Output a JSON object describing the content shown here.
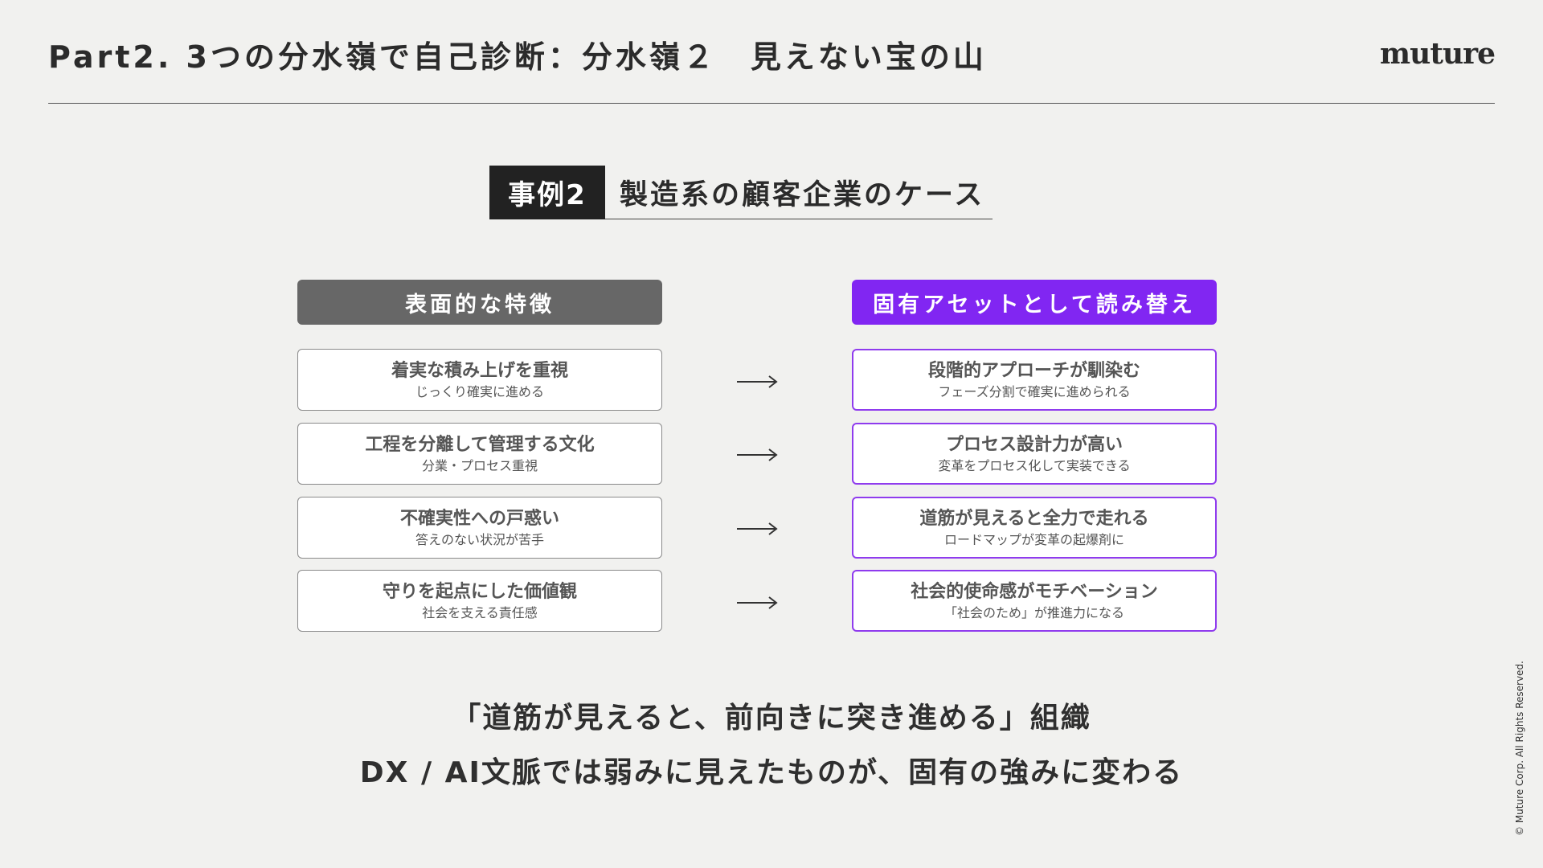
{
  "header": {
    "title": "Part2. 3つの分水嶺で自己診断：分水嶺２　見えない宝の山",
    "logo": "muture"
  },
  "case": {
    "badge": "事例2",
    "title": "製造系の顧客企業のケース"
  },
  "columns": {
    "left_header": "表面的な特徴",
    "right_header": "固有アセットとして読み替え"
  },
  "rows": [
    {
      "left": {
        "main": "着実な積み上げを重視",
        "sub": "じっくり確実に進める"
      },
      "right": {
        "main": "段階的アプローチが馴染む",
        "sub": "フェーズ分割で確実に進められる"
      }
    },
    {
      "left": {
        "main": "工程を分離して管理する文化",
        "sub": "分業・プロセス重視"
      },
      "right": {
        "main": "プロセス設計力が高い",
        "sub": "変革をプロセス化して実装できる"
      }
    },
    {
      "left": {
        "main": "不確実性への戸惑い",
        "sub": "答えのない状況が苦手"
      },
      "right": {
        "main": "道筋が見えると全力で走れる",
        "sub": "ロードマップが変革の起爆剤に"
      }
    },
    {
      "left": {
        "main": "守りを起点にした価値観",
        "sub": "社会を支える責任感"
      },
      "right": {
        "main": "社会的使命感がモチベーション",
        "sub": "「社会のため」が推進力になる"
      }
    }
  ],
  "conclusion": {
    "line1": "「道筋が見えると、前向きに突き進める」組織",
    "line2": "DX / AI文脈では弱みに見えたものが、固有の強みに変わる"
  },
  "copyright": "© Muture Corp. All Rights Reserved.",
  "colors": {
    "background": "#f1f1ef",
    "accent_purple": "#8126f2",
    "header_gray": "#676767",
    "badge_black": "#222222"
  }
}
